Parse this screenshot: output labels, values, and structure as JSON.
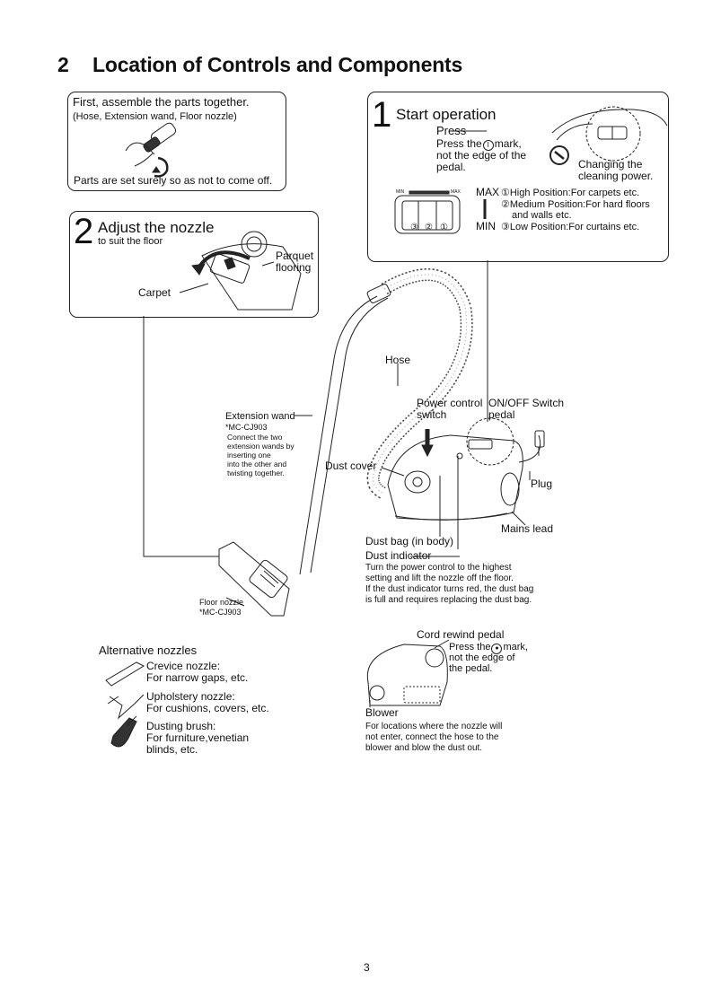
{
  "section": {
    "number": "2",
    "title": "Location of Controls and Components"
  },
  "assemble": {
    "title": "First, assemble the parts together.",
    "subtitle": "(Hose, Extension wand, Floor nozzle)",
    "note": "Parts are set surely so as not to come off."
  },
  "start": {
    "number": "1",
    "title": "Start operation",
    "press": "Press",
    "press_mark_line1": "Press the",
    "press_mark_line1b": "mark,",
    "press_mark_line2": "not the edge of the",
    "press_mark_line3": "pedal.",
    "changing_line1": "Changing the",
    "changing_line2": "cleaning power.",
    "dial_min": "MIN",
    "dial_max": "MAX",
    "max_label": "MAX",
    "min_label": "MIN",
    "pos1": "①High Position:For carpets etc.",
    "pos2_line1": "②Medium Position:For hard floors",
    "pos2_line2": "and walls etc.",
    "pos3": "③Low Position:For curtains etc.",
    "dial_marks": [
      "③",
      "②",
      "①"
    ]
  },
  "nozzle": {
    "number": "2",
    "title": "Adjust the nozzle",
    "subtitle": "to suit the floor",
    "parquet_line1": "Parquet",
    "parquet_line2": "flooring",
    "carpet": "Carpet"
  },
  "labels": {
    "hose": "Hose",
    "extension_wand": "Extension wand",
    "extension_wand_model": "*MC-CJ903",
    "extension_note": [
      "Connect the two",
      "extension wands by",
      "inserting one",
      "into the other and",
      "twisting together."
    ],
    "power_control_line1": "Power control",
    "power_control_line2": "switch",
    "onoff_line1": "ON/OFF Switch",
    "onoff_line2": "pedal",
    "dust_cover": "Dust cover",
    "plug": "Plug",
    "mains_lead": "Mains lead",
    "dust_bag": "Dust bag (in body)",
    "dust_indicator": "Dust indicator",
    "dust_indicator_note": [
      "Turn the power control to the highest",
      "setting and lift the nozzle off the floor.",
      "If the dust indicator turns red, the dust bag",
      "is full and requires replacing the dust bag."
    ],
    "floor_nozzle": "Floor nozzle",
    "floor_nozzle_model": "*MC-CJ903"
  },
  "alternative": {
    "title": "Alternative nozzles",
    "crevice_line1": "Crevice nozzle:",
    "crevice_line2": "For narrow gaps, etc.",
    "upholstery_line1": "Upholstery nozzle:",
    "upholstery_line2": "For cushions, covers, etc.",
    "dusting_line1": "Dusting brush:",
    "dusting_line2": "For furniture,venetian",
    "dusting_line3": "blinds, etc."
  },
  "rewind": {
    "title": "Cord rewind pedal",
    "press_line1": "Press the",
    "press_line1b": "mark,",
    "press_line2": "not the edge of",
    "press_line3": "the pedal.",
    "blower": "Blower",
    "blower_note": [
      "For locations where the nozzle will",
      "not enter, connect the hose to the",
      "blower and blow the dust out."
    ]
  },
  "page_number": "3"
}
